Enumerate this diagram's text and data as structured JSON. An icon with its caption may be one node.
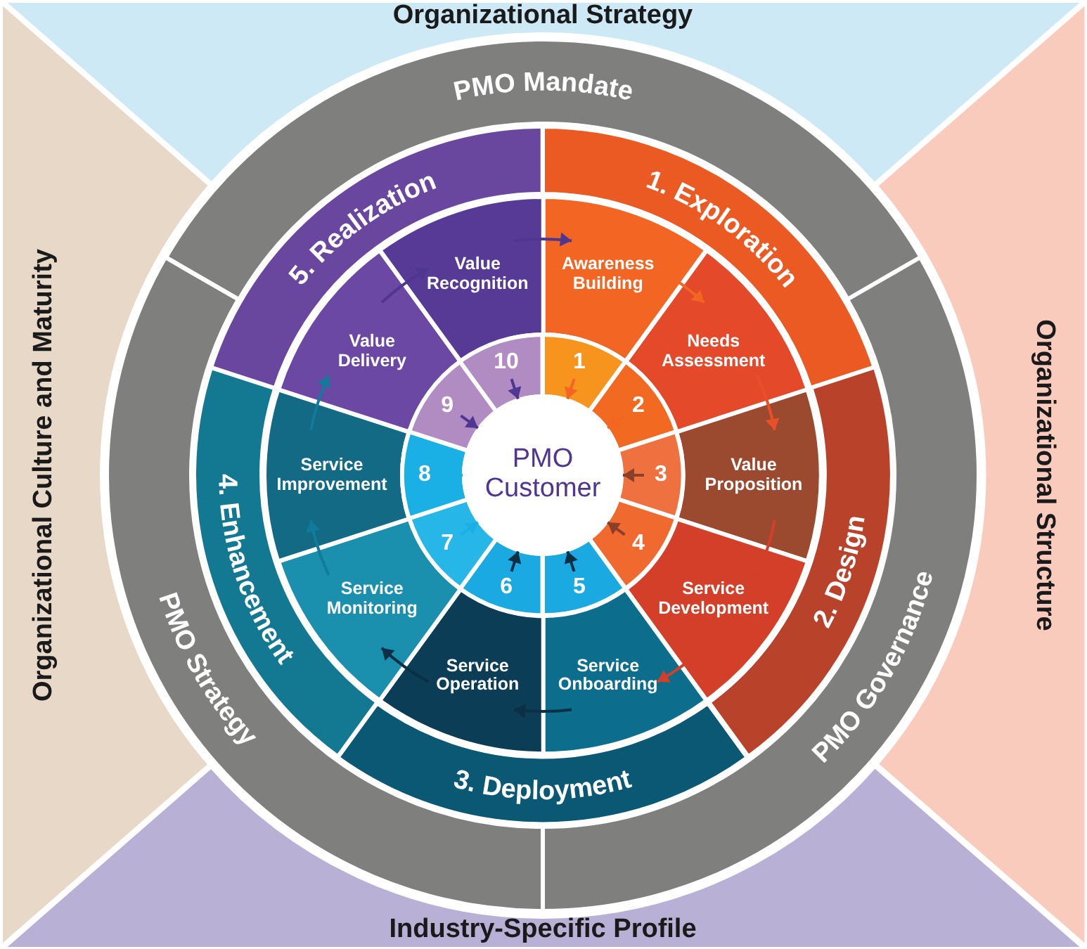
{
  "diagram": {
    "nodes": [
      {
        "text": [
          "Organizational Strategy"
        ]
      },
      {
        "text": [
          "Organizational Structure"
        ]
      },
      {
        "text": [
          "Industry-Specific Profile"
        ]
      },
      {
        "text": [
          "Organizational Culture and Maturity"
        ]
      },
      {
        "text": [
          "PMO Mandate"
        ]
      },
      {
        "text": [
          "PMO Governance"
        ]
      },
      {
        "text": [
          "PMO Strategy"
        ]
      },
      {
        "text": [
          "1. Exploration"
        ]
      },
      {
        "text": [
          "2. Design"
        ]
      },
      {
        "text": [
          "3. Deployment"
        ]
      },
      {
        "text": [
          "4. Enhancement"
        ]
      },
      {
        "text": [
          "5. Realization"
        ]
      },
      {
        "text": [
          "Awareness Building"
        ]
      },
      {
        "text": [
          "Needs Assessment"
        ]
      },
      {
        "text": [
          "Value Proposition"
        ]
      },
      {
        "text": [
          "Service Development"
        ]
      },
      {
        "text": [
          "Service Onboarding"
        ]
      },
      {
        "text": [
          "Service Operation"
        ]
      },
      {
        "text": [
          "Service Monitoring"
        ]
      },
      {
        "text": [
          "Service Improvement"
        ]
      },
      {
        "text": [
          "Value Delivery"
        ]
      },
      {
        "text": [
          "Value Recognition"
        ]
      },
      {
        "text": [
          "1"
        ]
      },
      {
        "text": [
          "2"
        ]
      },
      {
        "text": [
          "3"
        ]
      },
      {
        "text": [
          "4"
        ]
      },
      {
        "text": [
          "5"
        ]
      },
      {
        "text": [
          "6"
        ]
      },
      {
        "text": [
          "7"
        ]
      },
      {
        "text": [
          "8"
        ]
      },
      {
        "text": [
          "9"
        ]
      },
      {
        "text": [
          "10"
        ]
      },
      {
        "text": [
          "PMO Customer"
        ]
      }
    ],
    "edges": [
      {
        "from": 12,
        "to": 13,
        "arrow": "to",
        "color": "#f26522"
      },
      {
        "from": 13,
        "to": 14,
        "arrow": "to",
        "color": "#e8502a"
      },
      {
        "from": 14,
        "to": 15,
        "arrow": "to",
        "color": "#d43f2a"
      },
      {
        "from": 15,
        "to": 16,
        "arrow": "to",
        "color": "#d43f2a"
      },
      {
        "from": 16,
        "to": 17,
        "arrow": "to",
        "color": "#0b2f45"
      },
      {
        "from": 17,
        "to": 18,
        "arrow": "to",
        "color": "#0b2f45"
      },
      {
        "from": 18,
        "to": 19,
        "arrow": "to",
        "color": "#127a9a"
      },
      {
        "from": 19,
        "to": 20,
        "arrow": "to",
        "color": "#127a9a"
      },
      {
        "from": 20,
        "to": 21,
        "arrow": "to",
        "color": "#4f3690"
      },
      {
        "from": 21,
        "to": 12,
        "arrow": "to",
        "color": "#4f3690"
      },
      {
        "from": 22,
        "to": 32,
        "arrow": "to",
        "color": "#f26522"
      },
      {
        "from": 23,
        "to": 32,
        "arrow": "to",
        "color": "#f26522"
      },
      {
        "from": 24,
        "to": 32,
        "arrow": "to",
        "color": "#8a3f28"
      },
      {
        "from": 25,
        "to": 32,
        "arrow": "to",
        "color": "#8a3f28"
      },
      {
        "from": 26,
        "to": 32,
        "arrow": "to",
        "color": "#0b2f45"
      },
      {
        "from": 27,
        "to": 32,
        "arrow": "to",
        "color": "#0b2f45"
      },
      {
        "from": 28,
        "to": 32,
        "arrow": "to",
        "color": "#1ab0e6"
      },
      {
        "from": 29,
        "to": 32,
        "arrow": "to",
        "color": "#1ab0e6"
      },
      {
        "from": 30,
        "to": 32,
        "arrow": "to",
        "color": "#4f3690"
      },
      {
        "from": 31,
        "to": 32,
        "arrow": "to",
        "color": "#4f3690"
      }
    ]
  }
}
